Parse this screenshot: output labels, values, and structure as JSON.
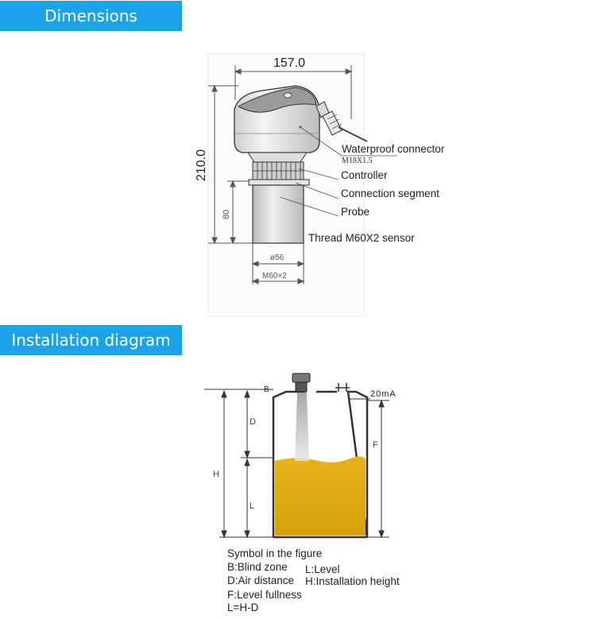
{
  "sections": {
    "dimensions": "Dimensions",
    "installation": "Installation diagram"
  },
  "dimensions": {
    "width": "157.0",
    "height": "210.0",
    "probe_height": "80",
    "diameter": "ø56",
    "thread_size": "M60×2",
    "connector_thread": "M18X1.5",
    "callouts": [
      "Waterproof connector",
      "Controller",
      "Connection segment",
      "Probe"
    ],
    "sensor_note": "Thread M60X2 sensor"
  },
  "installation": {
    "labels": {
      "b": "B",
      "d": "D",
      "h": "H",
      "l": "L",
      "f": "F",
      "signal": "20mA"
    },
    "legend_title": "Symbol in the figure",
    "legend": {
      "b": "B:Blind zone",
      "l_level": "L:Level",
      "d": "D:Air distance",
      "h": "H:Installation height",
      "f": "F:Level fullness",
      "formula": "L=H-D"
    }
  },
  "colors": {
    "banner": "#1aa3e8",
    "liquid": "#e0aa12"
  }
}
